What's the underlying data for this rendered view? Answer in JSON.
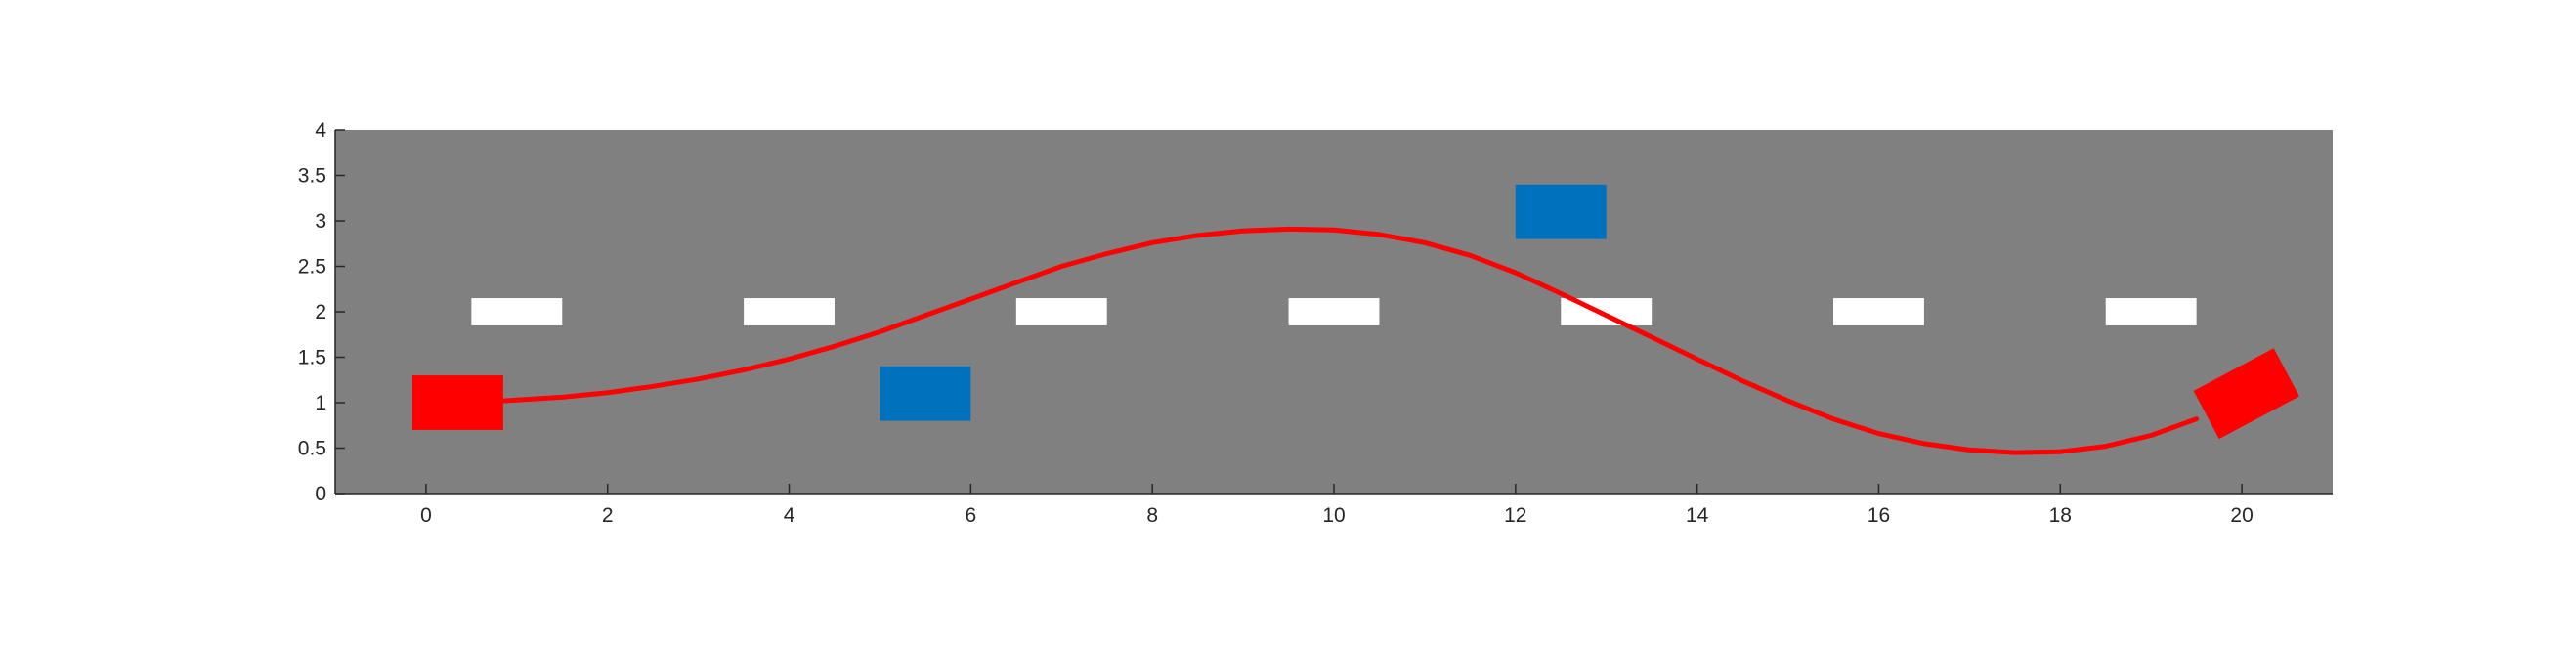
{
  "chart_data": {
    "type": "scatter",
    "title": "",
    "xlabel": "",
    "ylabel": "",
    "xlim": [
      -1,
      21
    ],
    "ylim": [
      0,
      4
    ],
    "x_ticks": [
      0,
      2,
      4,
      6,
      8,
      10,
      12,
      14,
      16,
      18,
      20
    ],
    "y_ticks": [
      0,
      0.5,
      1,
      1.5,
      2,
      2.5,
      3,
      3.5,
      4
    ],
    "x_tick_labels": [
      "0",
      "2",
      "4",
      "6",
      "8",
      "10",
      "12",
      "14",
      "16",
      "18",
      "20"
    ],
    "y_tick_labels": [
      "0",
      "0.5",
      "1",
      "1.5",
      "2",
      "2.5",
      "3",
      "3.5",
      "4"
    ],
    "grid": false,
    "road": {
      "x_range": [
        -1,
        21
      ],
      "y_range": [
        0,
        4
      ],
      "color": "#808080"
    },
    "lane_markings": {
      "color": "#ffffff",
      "y_center": 2,
      "height": 0.3,
      "segments": [
        [
          0.5,
          1.5
        ],
        [
          3.5,
          4.5
        ],
        [
          6.5,
          7.5
        ],
        [
          9.5,
          10.5
        ],
        [
          12.5,
          13.5
        ],
        [
          15.5,
          16.5
        ],
        [
          18.5,
          19.5
        ]
      ]
    },
    "obstacles": {
      "color": "#0072BD",
      "items": [
        {
          "x": [
            5,
            6
          ],
          "y": [
            0.8,
            1.4
          ]
        },
        {
          "x": [
            12,
            13
          ],
          "y": [
            2.8,
            3.4
          ]
        }
      ]
    },
    "vehicle": {
      "color": "#ff0000",
      "start": {
        "x": [
          -0.15,
          0.85
        ],
        "y": [
          0.7,
          1.3
        ]
      },
      "end": {
        "center": [
          20.05,
          1.1
        ],
        "width": 1.0,
        "height": 0.6,
        "angle_deg": 28
      }
    },
    "trajectory": {
      "color": "#ff0000",
      "x": [
        0.85,
        1.5,
        2,
        2.5,
        3,
        3.5,
        4,
        4.5,
        5,
        5.5,
        6,
        6.5,
        7,
        7.5,
        8,
        8.5,
        9,
        9.5,
        10,
        10.5,
        11,
        11.5,
        12,
        12.5,
        13,
        13.5,
        14,
        14.5,
        15,
        15.5,
        16,
        16.5,
        17,
        17.5,
        18,
        18.5,
        19,
        19.5
      ],
      "y": [
        1.02,
        1.06,
        1.11,
        1.18,
        1.26,
        1.36,
        1.48,
        1.62,
        1.78,
        1.96,
        2.14,
        2.32,
        2.5,
        2.64,
        2.76,
        2.84,
        2.89,
        2.91,
        2.9,
        2.85,
        2.76,
        2.62,
        2.43,
        2.2,
        1.96,
        1.72,
        1.48,
        1.24,
        1.02,
        0.82,
        0.66,
        0.55,
        0.48,
        0.45,
        0.46,
        0.52,
        0.64,
        0.82
      ]
    }
  }
}
